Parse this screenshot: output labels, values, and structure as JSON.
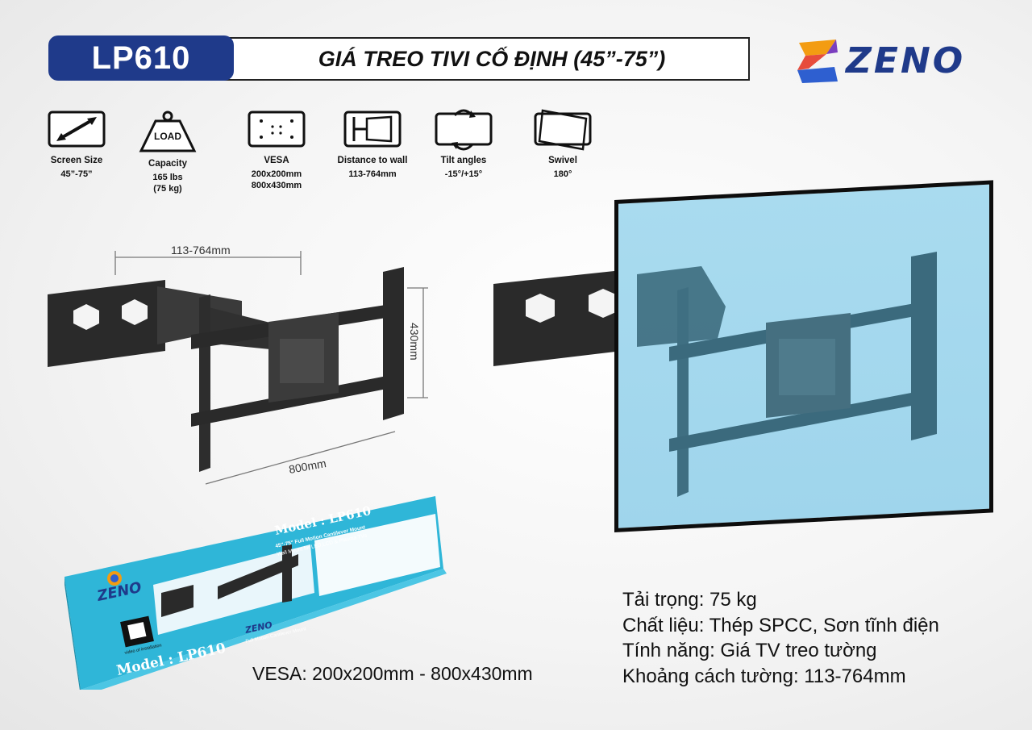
{
  "header": {
    "model": "LP610",
    "title": "GIÁ TREO TIVI CỐ ĐỊNH  (45”-75”)",
    "brand": "ZENO"
  },
  "specs": [
    {
      "label": "Screen Size",
      "value": "45”-75”",
      "icon": "screen-size-arrow-icon"
    },
    {
      "label": "Capacity",
      "value": "165 lbs\n(75 kg)",
      "icon": "load-weight-icon",
      "icon_text": "LOAD"
    },
    {
      "label": "VESA",
      "value": "200x200mm\n800x430mm",
      "icon": "vesa-pattern-icon"
    },
    {
      "label": "Distance to wall",
      "value": "113-764mm",
      "icon": "distance-to-wall-icon"
    },
    {
      "label": "Tilt angles",
      "value": "-15°/+15°",
      "icon": "tilt-arrows-icon"
    },
    {
      "label": "Swivel",
      "value": "180°",
      "icon": "swivel-icon"
    }
  ],
  "dimensions": {
    "depth": "113-764mm",
    "height": "430mm",
    "width": "800mm"
  },
  "box": {
    "model_top": "Model : LP610",
    "model_bottom": "Model : LP610",
    "brand": "ZENO",
    "subtitle_1": "45\"-75\" Full Motion Cantilever Mount",
    "subtitle_2": "Wall Mount for LED,LCD & Plasma TVs",
    "side_label": "Full Motion Cantilever Mount",
    "qr_caption": "video of installation"
  },
  "footer": {
    "vesa": "VESA: 200x200mm - 800x430mm",
    "features": [
      "Tải trọng: 75 kg",
      "Chất liệu: Thép SPCC, Sơn tĩnh điện",
      "Tính năng: Giá TV treo tường",
      "Khoảng cách tường: 113-764mm"
    ]
  },
  "colors": {
    "brand_blue": "#1f3a8a",
    "tv_screen": "#a9dbef",
    "box_cyan": "#2fb6d8"
  }
}
